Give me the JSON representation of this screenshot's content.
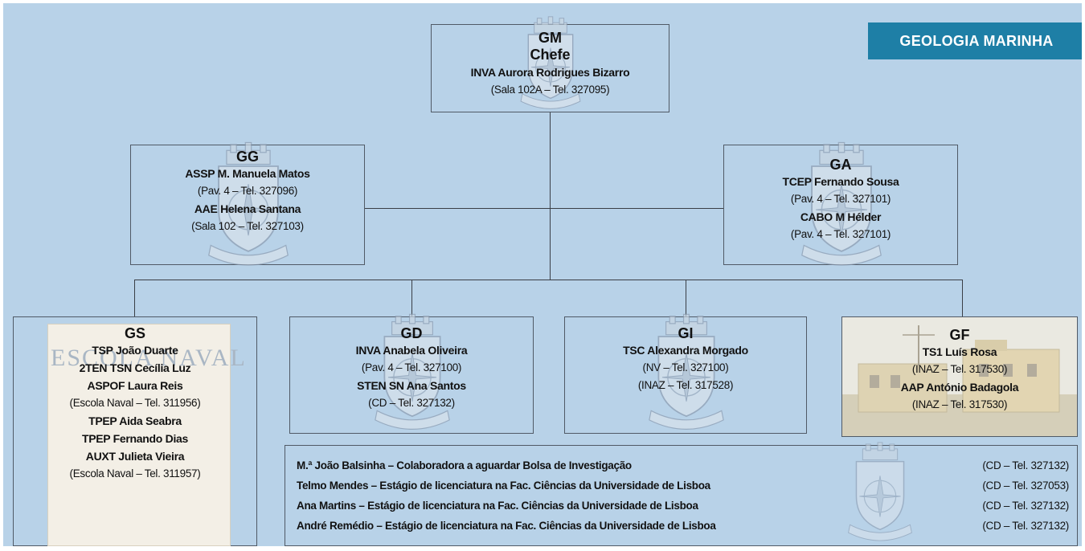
{
  "title": "GEOLOGIA MARINHA",
  "background_word": "ESCOLA NAVAL",
  "colors": {
    "background": "#b8d2e8",
    "badge": "#1e7fa6",
    "border": "#505a66",
    "connector": "#3a3f46"
  },
  "chief": {
    "code": "GM",
    "role": "Chefe",
    "name": "INVA Aurora Rodrigues Bizarro",
    "phone": "(Sala 102A – Tel. 327095)"
  },
  "gg": {
    "code": "GG",
    "name1": "ASSP M. Manuela Matos",
    "phone1": "(Pav. 4 – Tel. 327096)",
    "name2": "AAE Helena Santana",
    "phone2": "(Sala 102 – Tel. 327103)"
  },
  "ga": {
    "code": "GA",
    "name1": "TCEP Fernando Sousa",
    "phone1": "(Pav. 4 – Tel. 327101)",
    "name2": "CABO M Hélder",
    "phone2": "(Pav. 4 – Tel. 327101)"
  },
  "gs": {
    "code": "GS",
    "name1": "TSP João Duarte",
    "name2": "2TEN TSN Cecília Luz",
    "name3": "ASPOF Laura Reis",
    "phone1": "(Escola Naval – Tel. 311956)",
    "name4": "TPEP Aida Seabra",
    "name5": "TPEP Fernando Dias",
    "name6": "AUXT Julieta Vieira",
    "phone2": "(Escola Naval – Tel. 311957)"
  },
  "gd": {
    "code": "GD",
    "name1": "INVA Anabela Oliveira",
    "phone1": "(Pav. 4 – Tel. 327100)",
    "name2": "STEN SN Ana Santos",
    "phone2": "(CD – Tel. 327132)"
  },
  "gi": {
    "code": "GI",
    "name1": "TSC Alexandra Morgado",
    "phone1": "(NV – Tel. 327100)",
    "phone2": "(INAZ – Tel. 317528)"
  },
  "gf": {
    "code": "GF",
    "name1": "TS1 Luís Rosa",
    "phone1": "(INAZ – Tel. 317530)",
    "name2": "AAP António Badagola",
    "phone2": "(INAZ – Tel. 317530)"
  },
  "notes": [
    {
      "text": "M.ª João Balsinha – Colaboradora a aguardar Bolsa de Investigação",
      "phone": "(CD – Tel. 327132)"
    },
    {
      "text": "Telmo Mendes – Estágio de licenciatura na Fac. Ciências da Universidade de Lisboa",
      "phone": "(CD – Tel. 327053)"
    },
    {
      "text": "Ana Martins – Estágio de licenciatura na Fac. Ciências da Universidade de Lisboa",
      "phone": "(CD – Tel. 327132)"
    },
    {
      "text": "André Remédio – Estágio de licenciatura na Fac. Ciências da Universidade de Lisboa",
      "phone": "(CD – Tel. 327132)"
    }
  ]
}
